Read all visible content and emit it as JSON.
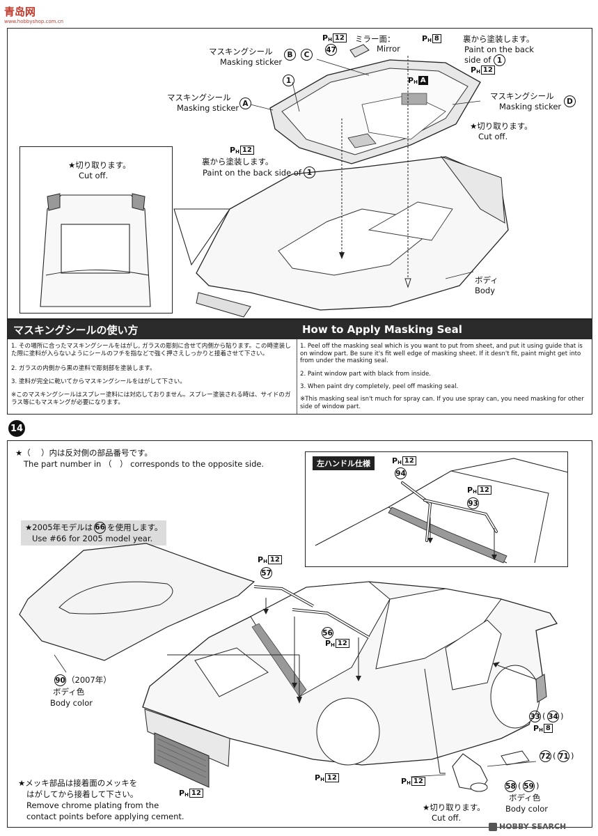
{
  "logo": {
    "text": "青岛网",
    "sub": "www.hobbyshop.com.cn"
  },
  "top": {
    "mask_bc_jp": "マスキングシール",
    "mask_bc_en": "Masking sticker",
    "mask_b": "B",
    "mask_c": "C",
    "mask_a_jp": "マスキングシール",
    "mask_a_en": "Masking sticker",
    "mask_a": "A",
    "mask_d_jp": "マスキングシール",
    "mask_d_en": "Masking sticker",
    "mask_d": "D",
    "part_1": "1",
    "part_47": "47",
    "ph12_47": "12",
    "mirror_jp": "ミラー面：",
    "mirror_ph": "8",
    "mirror_en": "Mirror",
    "back_top_jp": "裏から塗装します。",
    "back_top_en1": "Paint on the back",
    "back_top_en2": "side of",
    "back_top_num": "1",
    "back_top_ph": "12",
    "pha": "A",
    "back_left_ph": "12",
    "back_left_jp": "裏から塗装します。",
    "back_left_en": "Paint on the back side of",
    "back_left_num": "1",
    "cut_jp": "★切り取ります。",
    "cut_en": "Cut off.",
    "inset_cut_jp": "★切り取ります。",
    "inset_cut_en": "Cut off.",
    "body_jp": "ボディ",
    "body_en": "Body"
  },
  "masking": {
    "title_jp": "マスキングシールの使い方",
    "title_en": "How to Apply Masking Seal",
    "jp": [
      "1. その場所に合ったマスキングシールをはがし, ガラスの彫刻に合せて内側から貼ります。この時塗装した際に塗料が入らないようにシールのフチを指などで強く押さえしっかりと接着させて下さい。",
      "2. ガラスの内側から黒の塗料で彫刻部を塗装します。",
      "3. 塗料が完全に乾いてからマスキングシールをはがして下さい。",
      "※このマスキングシールはスプレー塗料には対応しておりません。スプレー塗装される時は、サイドのガラス等にもマスキングが必要になります。"
    ],
    "en": [
      "1. Peel off the masking seal which is you want to put from sheet, and put it using guide that is on window part. Be sure it's fit well edge of masking sheet. If it desn't fit, paint might get into from under the masking seal.",
      "2. Paint window part with black from inside.",
      "3. When paint dry completely, peel off masking seal.",
      "※This masking seal isn't much for spray can. If you use spray can, you need masking for other side of window part."
    ]
  },
  "step14": {
    "number": "14",
    "note_jp": "★（　 ）内は反対側の部品番号です。",
    "note_en": "The part number in （　） corresponds to the opposite side.",
    "lhd_label": "左ハンドル仕様",
    "lhd_94_ph": "12",
    "lhd_94": "94",
    "lhd_93_ph": "12",
    "lhd_93": "93",
    "model05_jp": "★2005年モデルは",
    "model05_num": "66",
    "model05_jp2": "を使用します。",
    "model05_en": "Use #66 for 2005 model year.",
    "p57_ph": "12",
    "p57": "57",
    "p56": "56",
    "p56_ph": "12",
    "p90": "90",
    "p90_year": "（2007年）",
    "p90_jp": "ボディ色",
    "p90_en": "Body color",
    "p33": "33",
    "p34": "34",
    "p33_ph": "8",
    "p72": "72",
    "p71": "71",
    "p58": "58",
    "p59": "59",
    "p58_jp": "ボディ色",
    "p58_en": "Body color",
    "mirror_ph": "12",
    "cut_jp": "★切り取ります。",
    "cut_en": "Cut off.",
    "grille_ph": "12",
    "bottom_ph": "12",
    "chrome_jp1": "★メッキ部品は接着面のメッキを",
    "chrome_jp2": "はがしてから接着して下さい。",
    "chrome_en1": "Remove chrome plating from the",
    "chrome_en2": "contact points before applying cement."
  },
  "watermark": "HOBBY SEARCH"
}
